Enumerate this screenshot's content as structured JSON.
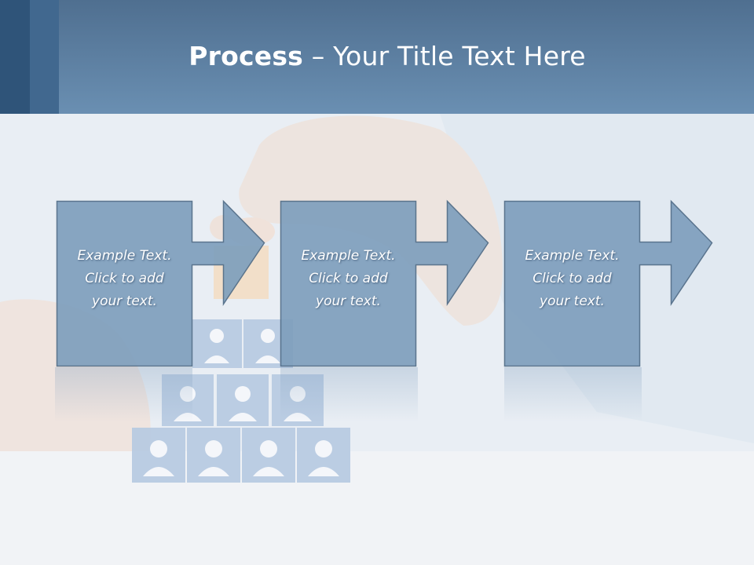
{
  "slide": {
    "title_bold": "Process",
    "title_rest": " – Your Title Text Here"
  },
  "steps": [
    {
      "line1": "Example Text.",
      "line2": "Click  to add",
      "line3": "your text."
    },
    {
      "line1": "Example Text.",
      "line2": "Click  to add",
      "line3": "your text."
    },
    {
      "line1": "Example Text.",
      "line2": "Click  to add",
      "line3": "your text."
    }
  ],
  "colors": {
    "header": "#5f84a8",
    "shape_fill": "#7f9fbd",
    "shape_stroke": "#4f6b86"
  }
}
